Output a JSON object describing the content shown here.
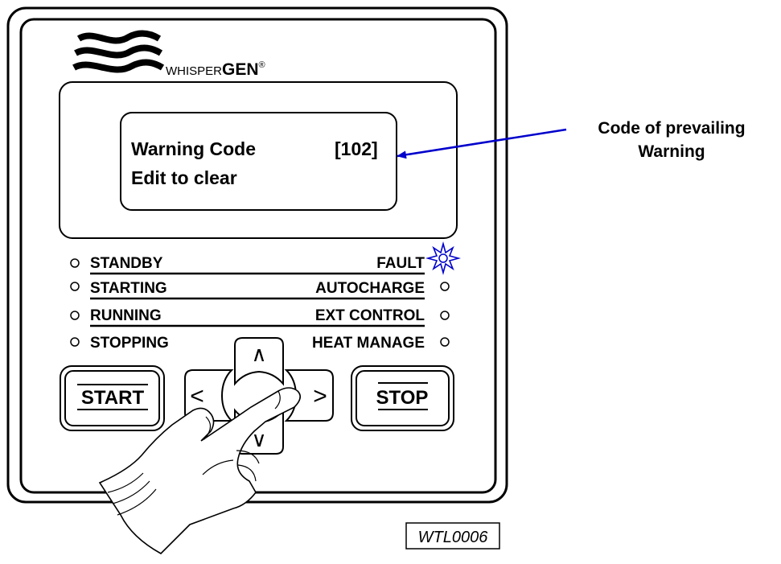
{
  "brand": {
    "prefix": "WHISPER",
    "suffix": "GEN",
    "mark": "®"
  },
  "display": {
    "line1_label": "Warning Code",
    "line1_code": "[102]",
    "line2": "Edit to clear"
  },
  "callout": {
    "line1": "Code of prevailing",
    "line2": "Warning",
    "arrow_color": "#0000cc"
  },
  "status_left": [
    "STANDBY",
    "STARTING",
    "RUNNING",
    "STOPPING"
  ],
  "status_right": [
    "FAULT",
    "AUTOCHARGE",
    "EXT CONTROL",
    "HEAT MANAGE"
  ],
  "active_indicator": {
    "label": "FAULT",
    "color": "#0000cc"
  },
  "buttons": {
    "start": "START",
    "stop": "STOP",
    "up_glyph": "∧",
    "down_glyph": "∨",
    "left_glyph": "<",
    "right_glyph": ">"
  },
  "figure_id": "WTL0006"
}
